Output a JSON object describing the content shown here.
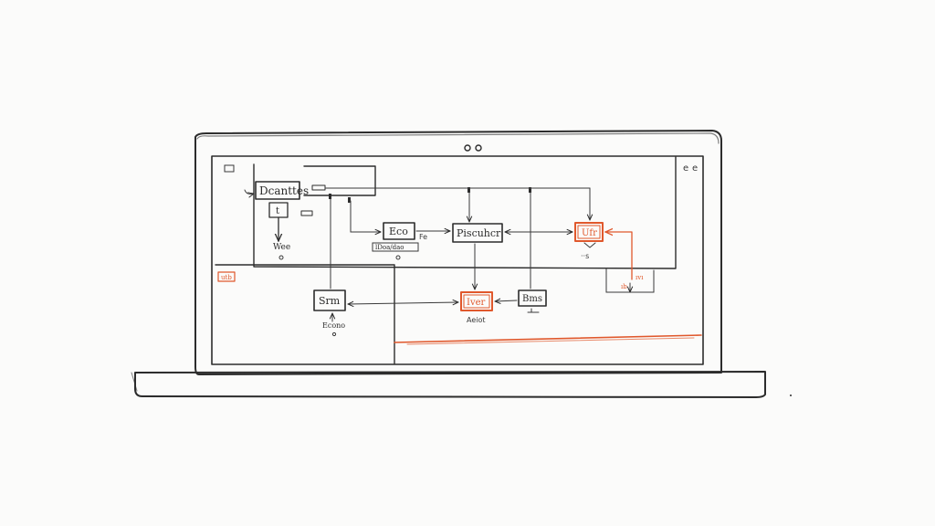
{
  "colors": {
    "ink": "#2c2c2c",
    "accent": "#e0582c",
    "paper": "#fbfbfa"
  },
  "device": {
    "kind": "laptop",
    "camera": "webcam-dots-icon",
    "top_right_mark": "e"
  },
  "nodes": {
    "top_left": {
      "label": "Dcanttes",
      "sub": "Wee"
    },
    "small": {
      "label": "Eco",
      "sub": "lDoa/dao"
    },
    "center": {
      "label": "Piscuhcr"
    },
    "orange_top": {
      "label": "Ufr",
      "sub": "··s"
    },
    "left": {
      "label": "Srm",
      "sub": "Econo"
    },
    "orange_mid": {
      "label": "Iver",
      "sub": "Aeiot"
    },
    "right_small": {
      "label": "Bms"
    }
  },
  "side_labels": {
    "lower_left_tag": "utb"
  }
}
